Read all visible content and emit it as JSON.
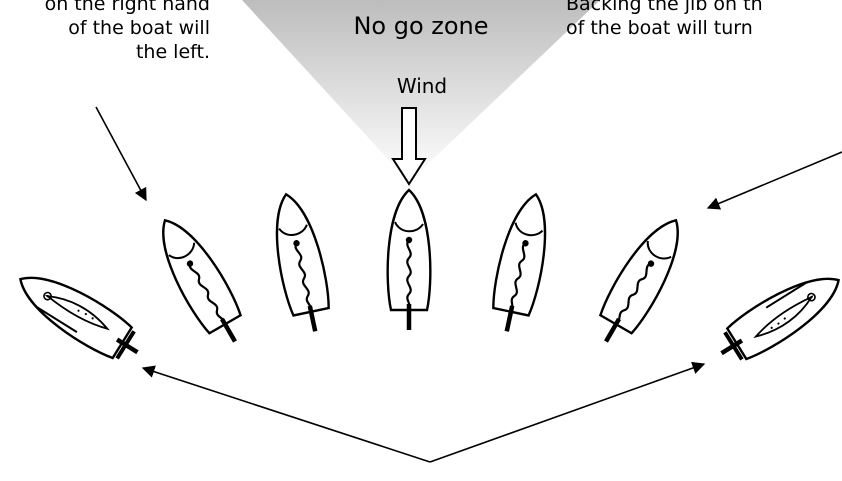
{
  "diagram": {
    "no_go_zone_label": "No go zone",
    "wind_label": "Wind",
    "left_caption_lines": [
      "on the right hand",
      "of the boat will",
      "the left."
    ],
    "right_caption_lines": [
      "Backing the jib on th",
      "of the boat will turn"
    ],
    "colors": {
      "zone_top": "#bdbdbd",
      "zone_bottom": "#ffffff",
      "line": "#000000"
    }
  }
}
